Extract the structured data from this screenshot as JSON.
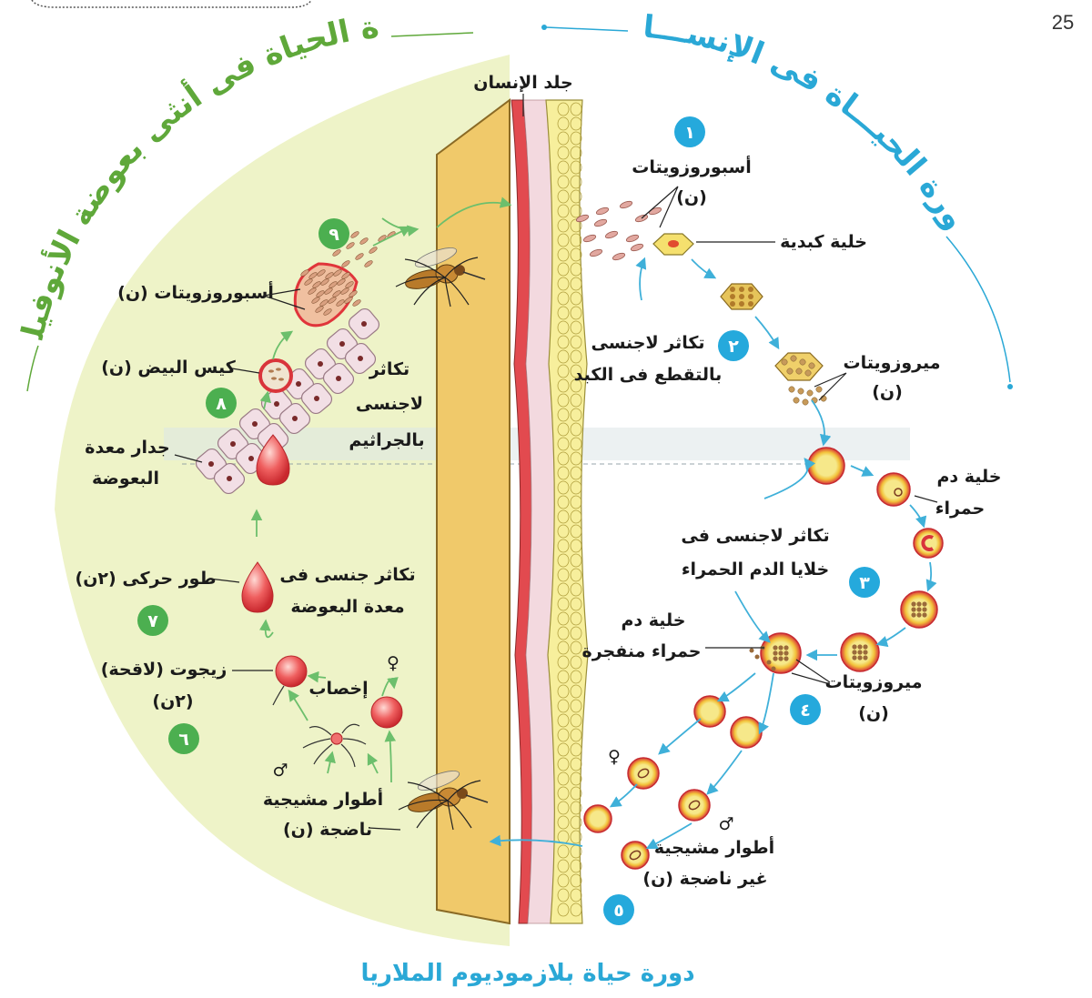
{
  "page_number": "25",
  "colors": {
    "green_title": "#5fa83a",
    "blue_title": "#2aa8d6",
    "green_badge": "#4caf50",
    "blue_badge": "#25a9dc",
    "mosquito_bg": "#eef3c8",
    "skin_yellow": "#f0c96a",
    "cell_red": "#e5484d",
    "cell_yellow": "#f5e06e",
    "arrow_green": "#6cbf6c",
    "arrow_blue": "#3fb0d9"
  },
  "titles": {
    "mosquito_cycle": "دورة الحياة فى أنثى بعوضة الأنوفيليس",
    "human_cycle": "دورة الحيـــاة فى الإنســـان",
    "caption": "دورة حياة بلازموديوم الملاريا"
  },
  "skin_label": "جلد الإنسان",
  "human_labels": {
    "sporozoites_1": "أسبوروزويتات",
    "sporozoites_1_n": "(ن)",
    "liver_cell": "خلية كبدية",
    "asexual_liver_1": "تكاثر لاجنسى",
    "asexual_liver_2": "بالتقطع فى الكبد",
    "merozoites_1": "ميروزويتات",
    "merozoites_1_n": "(ن)",
    "red_cell_1": "خلية دم",
    "red_cell_2": "حمراء",
    "asexual_rbc_1": "تكاثر لاجنسى فى",
    "asexual_rbc_2": "خلايا الدم الحمراء",
    "burst_cell_1": "خلية دم",
    "burst_cell_2": "حمراء منفجرة",
    "merozoites_2": "ميروزويتات",
    "merozoites_2_n": "(ن)",
    "gametocytes_1": "أطوار مشيجية",
    "gametocytes_2": "غير ناضجة (ن)"
  },
  "mosquito_labels": {
    "sporozoites": "أسبوروزويتات (ن)",
    "egg_sac": "كيس البيض (ن)",
    "gut_wall_1": "جدار معدة",
    "gut_wall_2": "البعوضة",
    "asexual_spores_1": "تكاثر",
    "asexual_spores_2": "لاجنسى",
    "asexual_spores_3": "بالجراثيم",
    "ookinete": "طور حركى (٢ن)",
    "sexual_repro_1": "تكاثر جنسى فى",
    "sexual_repro_2": "معدة البعوضة",
    "zygote": "زيجوت (لاقحة)",
    "zygote_n": "(٢ن)",
    "fertilization": "إخصاب",
    "mature_gametes_1": "أطوار مشيجية",
    "mature_gametes_2": "ناضجة (ن)"
  },
  "symbols": {
    "female": "♀",
    "male": "♂"
  },
  "badges": {
    "b1": "١",
    "b2": "٢",
    "b3": "٣",
    "b4": "٤",
    "b5": "٥",
    "b6": "٦",
    "b7": "٧",
    "b8": "٨",
    "b9": "٩"
  }
}
